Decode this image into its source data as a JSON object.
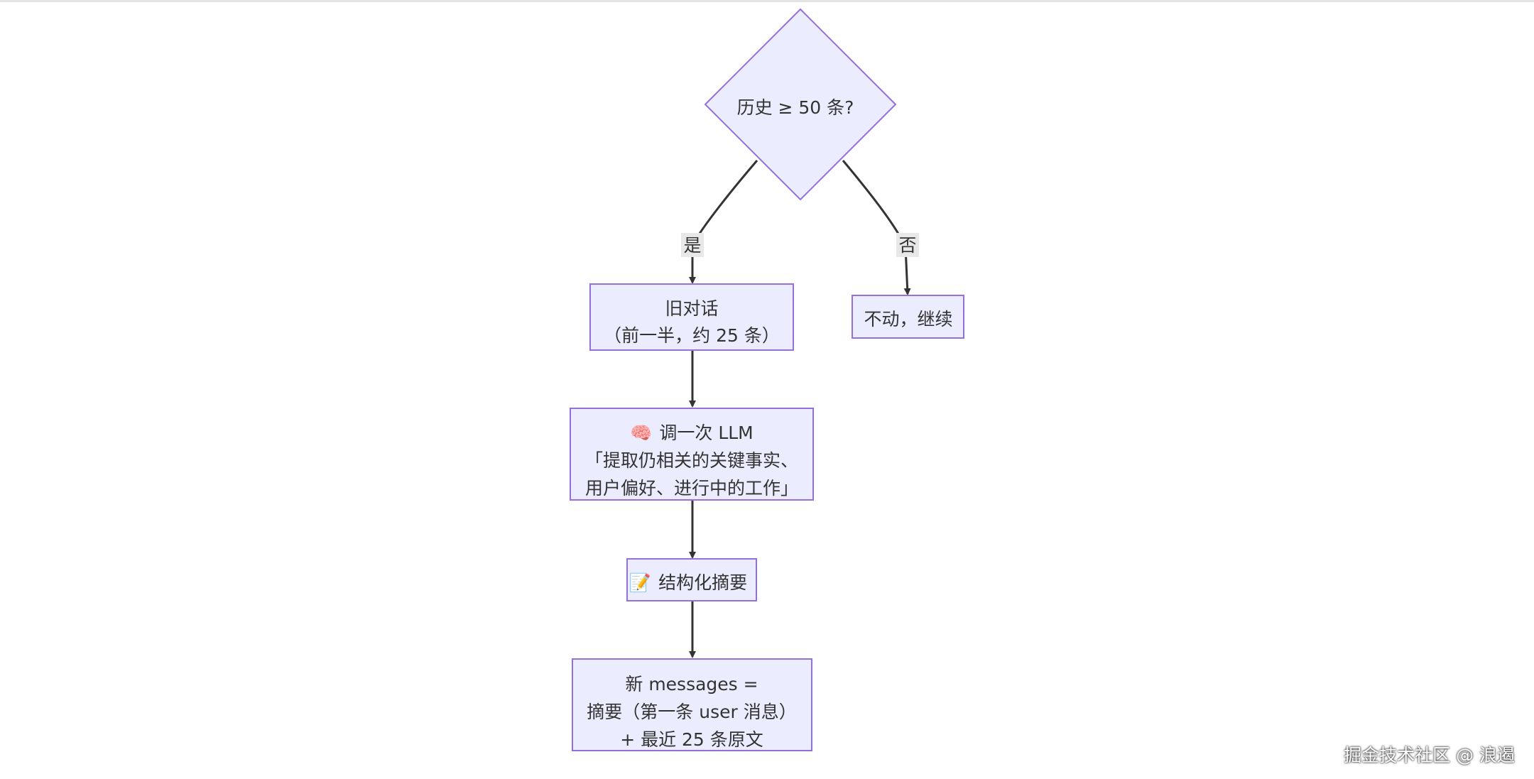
{
  "flowchart": {
    "decision": {
      "text": "历史 ≥ 50 条?"
    },
    "edges": {
      "yes_label": "是",
      "no_label": "否"
    },
    "old_dialog": {
      "line1": "旧对话",
      "line2": "（前一半，约 25 条）"
    },
    "no_action": {
      "text": "不动，继续"
    },
    "llm_call": {
      "emoji": "🧠",
      "line1": "调一次 LLM",
      "line2": "「提取仍相关的关键事实、",
      "line3": "用户偏好、进行中的工作」"
    },
    "summary": {
      "emoji": "📝",
      "text": "结构化摘要"
    },
    "new_messages": {
      "line1": "新 messages =",
      "line2": "摘要（第一条 user 消息）",
      "line3": "+ 最近 25 条原文"
    }
  },
  "watermark": "掘金技术社区 @ 浪遏",
  "colors": {
    "node_fill": "#ECECFF",
    "node_stroke": "#9370DB",
    "edge_stroke": "#333333",
    "edge_label_bg": "#e8e8e8",
    "text": "#333333"
  }
}
